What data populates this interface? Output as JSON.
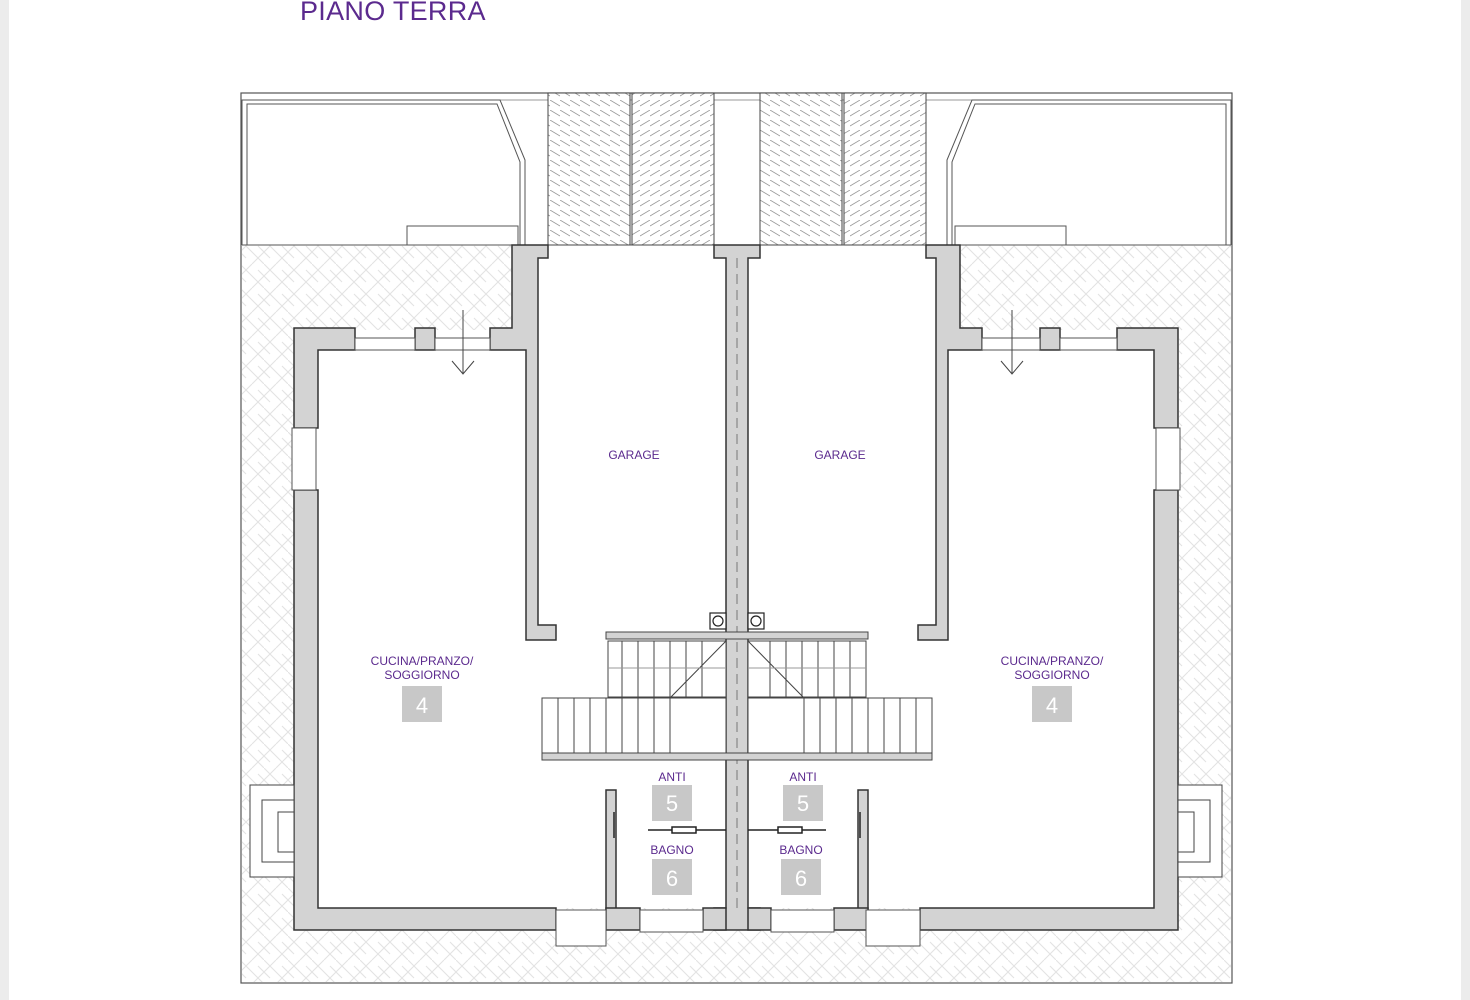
{
  "title": "PIANO TERRA",
  "colors": {
    "title": "#5b2a8e",
    "labels": "#5b2a8e",
    "walls": "#d3d3d3",
    "wall_outline": "#333333",
    "number_badge": "#c8c8c8"
  },
  "rooms": {
    "garage_left": {
      "label": "GARAGE"
    },
    "garage_right": {
      "label": "GARAGE"
    },
    "living_left": {
      "label_line1": "CUCINA/PRANZO/",
      "label_line2": "SOGGIORNO",
      "number": "4"
    },
    "living_right": {
      "label_line1": "CUCINA/PRANZO/",
      "label_line2": "SOGGIORNO",
      "number": "4"
    },
    "anti_left": {
      "label": "ANTI",
      "number": "5"
    },
    "anti_right": {
      "label": "ANTI",
      "number": "5"
    },
    "bagno_left": {
      "label": "BAGNO",
      "number": "6"
    },
    "bagno_right": {
      "label": "BAGNO",
      "number": "6"
    }
  }
}
